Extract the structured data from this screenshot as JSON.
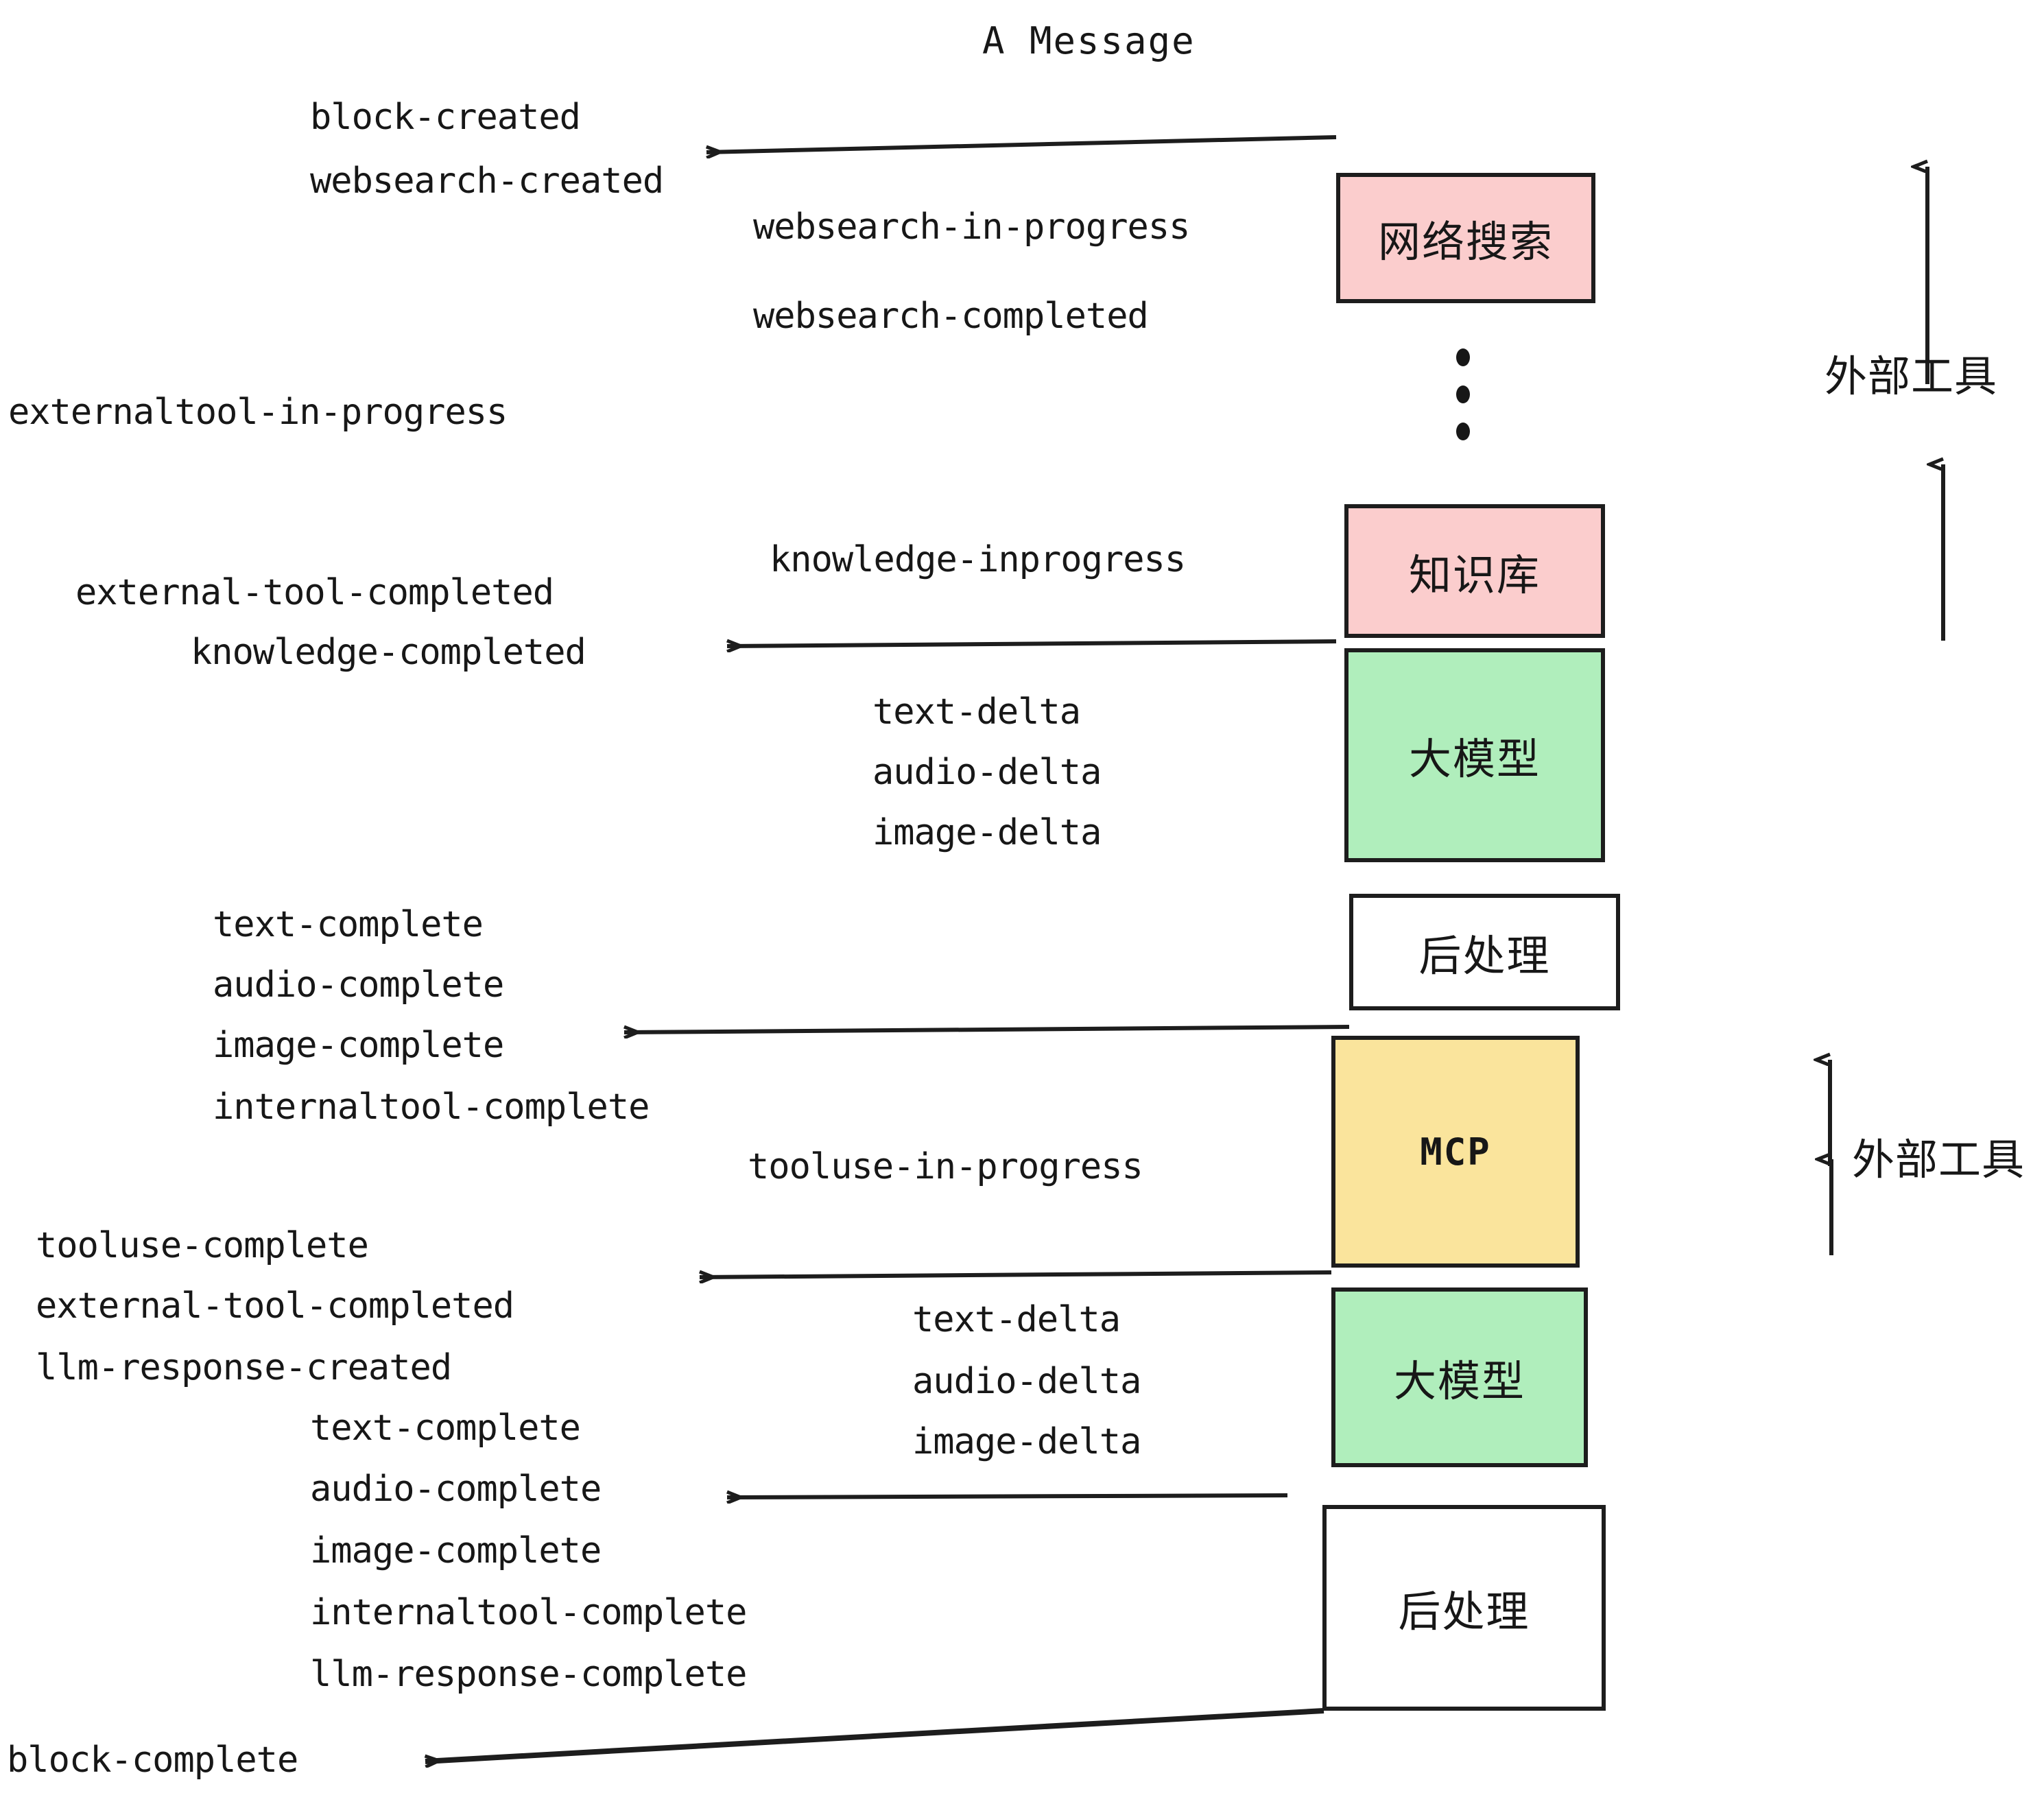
{
  "title": "A Message",
  "colors": {
    "pink": "#fbcdcd",
    "green": "#b0eebc",
    "yellow": "#fae49c",
    "white": "#ffffff",
    "stroke": "#1d1d1d",
    "text": "#171717"
  },
  "boxes": [
    {
      "id": "websearch",
      "label": "网络搜索",
      "fill": "#fbcdcd"
    },
    {
      "id": "knowledge",
      "label": "知识库",
      "fill": "#fbcdcd"
    },
    {
      "id": "llm-1",
      "label": "大模型",
      "fill": "#b0eebc"
    },
    {
      "id": "postprocess-1",
      "label": "后处理",
      "fill": "#ffffff"
    },
    {
      "id": "mcp",
      "label": "MCP",
      "fill": "#fae49c"
    },
    {
      "id": "llm-2",
      "label": "大模型",
      "fill": "#b0eebc"
    },
    {
      "id": "postprocess-2",
      "label": "后处理",
      "fill": "#ffffff"
    }
  ],
  "side_labels": {
    "external_tool_top": "外部工具",
    "external_tool_bottom": "外部工具"
  },
  "events": {
    "block_created": "block-created",
    "websearch_created": "websearch-created",
    "websearch_in_progress": "websearch-in-progress",
    "websearch_completed": "websearch-completed",
    "externaltool_in_progress": "externaltool-in-progress",
    "knowledge_inprogress": "knowledge-inprogress",
    "external_tool_completed_1": "external-tool-completed",
    "knowledge_completed": "knowledge-completed",
    "text_delta_1": "text-delta",
    "audio_delta_1": "audio-delta",
    "image_delta_1": "image-delta",
    "text_complete_1": "text-complete",
    "audio_complete_1": "audio-complete",
    "image_complete_1": "image-complete",
    "internaltool_complete_1": "internaltool-complete",
    "tooluse_in_progress": "tooluse-in-progress",
    "tooluse_complete": "tooluse-complete",
    "external_tool_completed_2": "external-tool-completed",
    "llm_response_created": "llm-response-created",
    "text_delta_2": "text-delta",
    "audio_delta_2": "audio-delta",
    "image_delta_2": "image-delta",
    "text_complete_2": "text-complete",
    "audio_complete_2": "audio-complete",
    "image_complete_2": "image-complete",
    "internaltool_complete_2": "internaltool-complete",
    "llm_response_complete": "llm-response-complete",
    "block_complete": "block-complete"
  }
}
